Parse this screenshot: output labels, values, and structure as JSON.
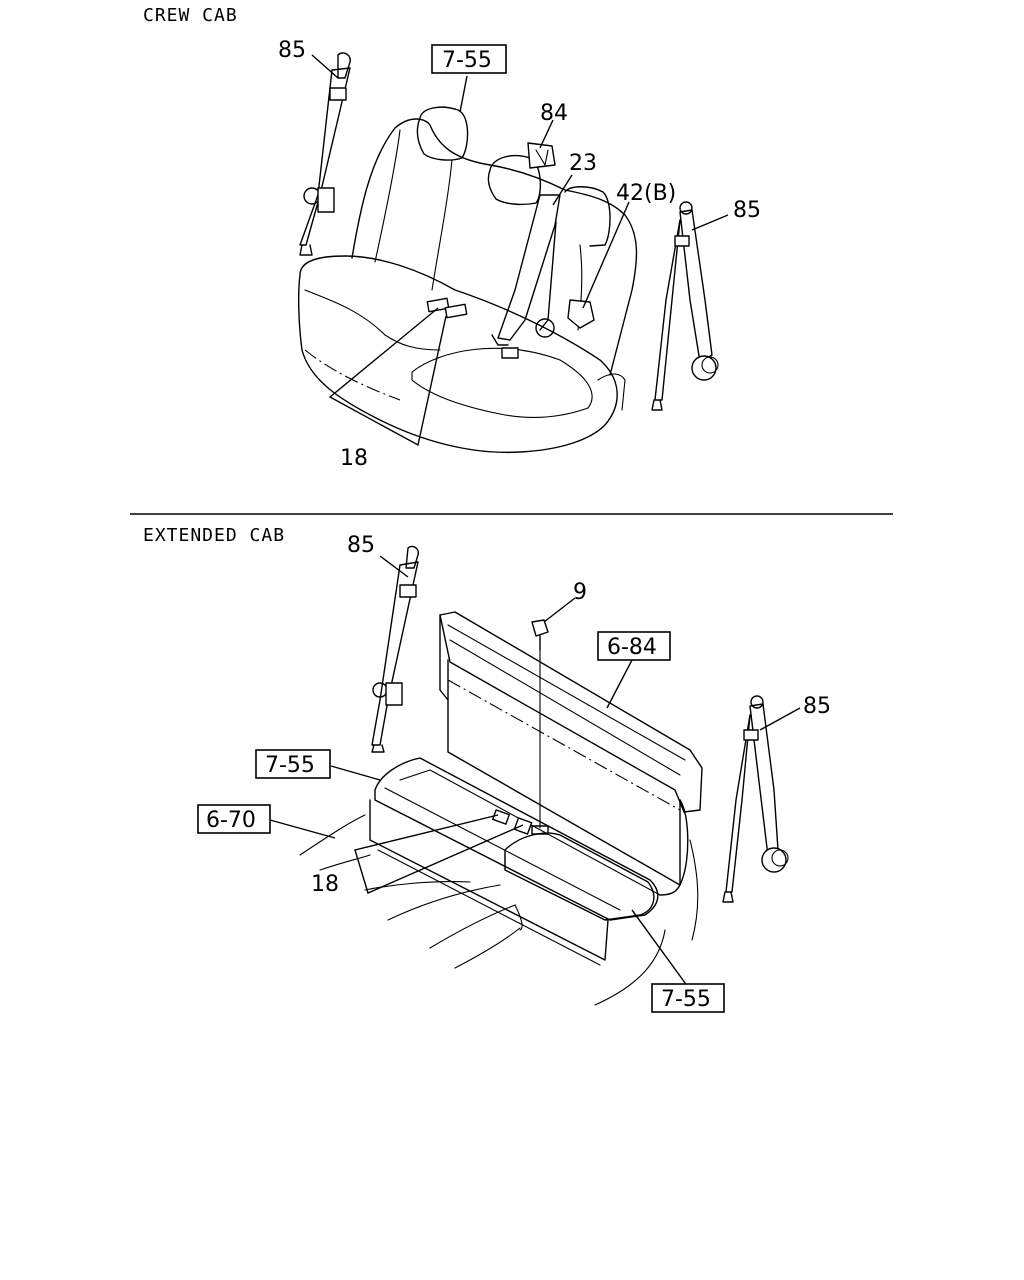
{
  "sections": {
    "top_title": "CREW CAB",
    "bottom_title": "EXTENDED CAB"
  },
  "callouts": {
    "top": {
      "belt_left": "85",
      "seat_ref": "7-55",
      "part_84": "84",
      "part_23": "23",
      "part_42": "42(B)",
      "belt_right": "85",
      "buckle": "18"
    },
    "bottom": {
      "belt_left": "85",
      "bolt": "9",
      "frame_ref": "6-84",
      "belt_right": "85",
      "seat_ref_upper": "7-55",
      "floor_ref": "6-70",
      "buckle": "18",
      "seat_ref_lower": "7-55"
    }
  }
}
